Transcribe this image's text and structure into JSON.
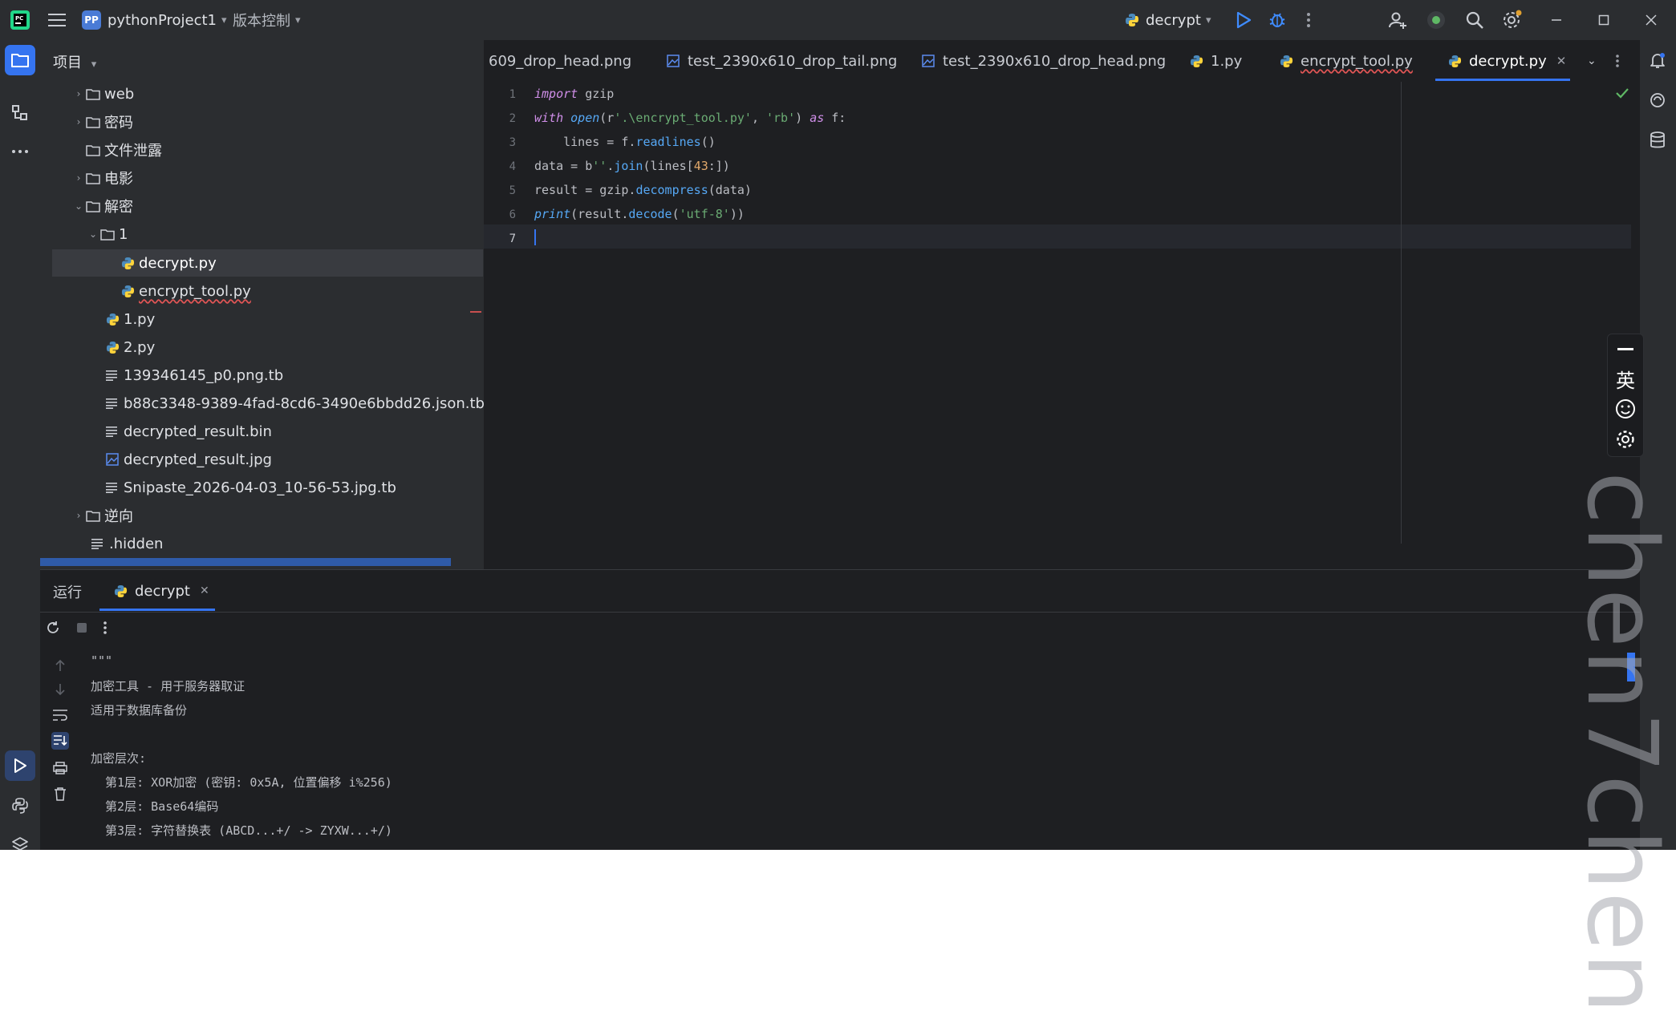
{
  "titlebar": {
    "project_badge": "PP",
    "project_name": "pythonProject1",
    "vcs_label": "版本控制",
    "run_config": "decrypt"
  },
  "project_panel": {
    "title": "项目",
    "items": [
      {
        "label": "web",
        "type": "folder",
        "expanded": false
      },
      {
        "label": "密码",
        "type": "folder",
        "expanded": false
      },
      {
        "label": "文件泄露",
        "type": "folder",
        "expanded": false
      },
      {
        "label": "电影",
        "type": "folder",
        "expanded": false
      },
      {
        "label": "解密",
        "type": "folder",
        "expanded": true
      },
      {
        "label": "1",
        "type": "folder",
        "expanded": true
      },
      {
        "label": "decrypt.py",
        "type": "python",
        "selected": true
      },
      {
        "label": "encrypt_tool.py",
        "type": "python"
      },
      {
        "label": "1.py",
        "type": "python"
      },
      {
        "label": "2.py",
        "type": "python"
      },
      {
        "label": "139346145_p0.png.tb",
        "type": "text"
      },
      {
        "label": "b88c3348-9389-4fad-8cd6-3490e6bbdd26.json.tb",
        "type": "text"
      },
      {
        "label": "decrypted_result.bin",
        "type": "text"
      },
      {
        "label": "decrypted_result.jpg",
        "type": "image"
      },
      {
        "label": "Snipaste_2026-04-03_10-56-53.jpg.tb",
        "type": "text"
      },
      {
        "label": "逆向",
        "type": "folder",
        "expanded": false
      },
      {
        "label": ".hidden",
        "type": "text"
      }
    ]
  },
  "tabs": [
    {
      "label": "609_drop_head.png",
      "type": "image"
    },
    {
      "label": "test_2390x610_drop_tail.png",
      "type": "image"
    },
    {
      "label": "test_2390x610_drop_head.png",
      "type": "image"
    },
    {
      "label": "1.py",
      "type": "python"
    },
    {
      "label": "encrypt_tool.py",
      "type": "python"
    },
    {
      "label": "decrypt.py",
      "type": "python",
      "active": true
    }
  ],
  "editor": {
    "line_numbers": [
      "1",
      "2",
      "3",
      "4",
      "5",
      "6",
      "7"
    ],
    "current_line": 7,
    "code": {
      "l1_kw": "import",
      "l1_rest": " gzip",
      "l2_kw": "with",
      "l2_fn": "open",
      "l2_a": "(r",
      "l2_s1": "'.\\encrypt_tool.py'",
      "l2_b": ", ",
      "l2_s2": "'rb'",
      "l2_c": ") ",
      "l2_kw2": "as",
      "l2_d": " f:",
      "l3_a": "    lines = f.",
      "l3_fn": "readlines",
      "l3_b": "()",
      "l4_a": "data = b",
      "l4_s": "''",
      "l4_b": ".",
      "l4_fn": "join",
      "l4_c": "(lines[",
      "l4_n": "43",
      "l4_d": ":])",
      "l5_a": "result = gzip.",
      "l5_fn": "decompress",
      "l5_b": "(data)",
      "l6_fn": "print",
      "l6_a": "(result.",
      "l6_fn2": "decode",
      "l6_b": "(",
      "l6_s": "'utf-8'",
      "l6_c": "))"
    }
  },
  "run_panel": {
    "label": "运行",
    "tab": "decrypt",
    "output": [
      "\"\"\"",
      "加密工具 - 用于服务器取证",
      "适用于数据库备份",
      "",
      "加密层次:",
      "  第1层: XOR加密 (密钥: 0x5A, 位置偏移 i%256)",
      "  第2层: Base64编码",
      "  第3层: 字符替换表 (ABCD...+/ -> ZYXW...+/)"
    ]
  },
  "ime": {
    "lang": "英"
  },
  "watermark": "chen7chen",
  "colors": {
    "accent": "#3574f0",
    "background": "#1e1f22",
    "panel": "#2b2d30"
  }
}
